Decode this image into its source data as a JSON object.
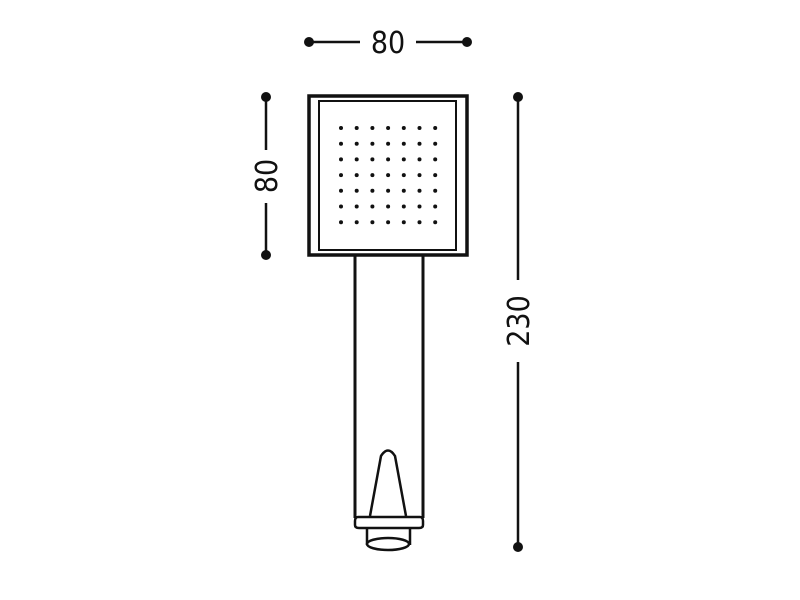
{
  "dimensions": {
    "head_width": "80",
    "head_height": "80",
    "total_length": "230"
  },
  "nozzle_grid": {
    "rows": 7,
    "cols": 7
  },
  "colors": {
    "line": "#111111",
    "background": "#ffffff"
  }
}
